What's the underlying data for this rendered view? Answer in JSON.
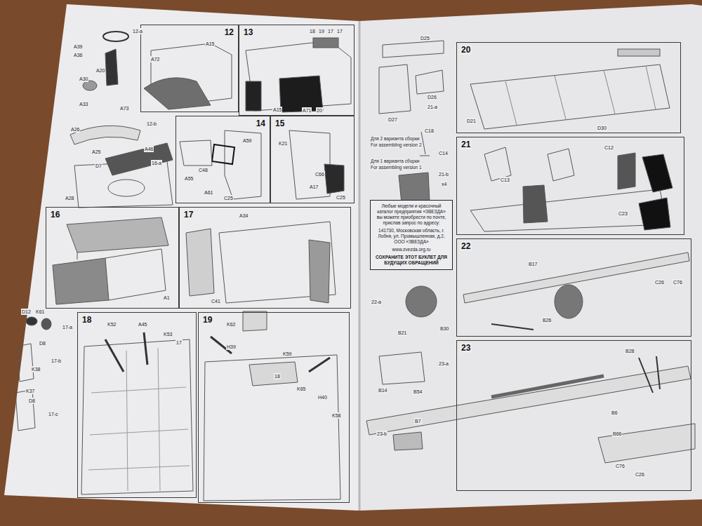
{
  "diagram": {
    "nodes": [
      {
        "text": [
          "12"
        ]
      },
      {
        "text": [
          "13"
        ]
      },
      {
        "text": [
          "14"
        ]
      },
      {
        "text": [
          "15"
        ]
      },
      {
        "text": [
          "16"
        ]
      },
      {
        "text": [
          "17"
        ]
      },
      {
        "text": [
          "18"
        ]
      },
      {
        "text": [
          "19"
        ]
      },
      {
        "text": [
          "Любые модели и красочный каталог предприятия «ЗВЕЗДА» вы можете приобрести по почте, прислав запрос по адресу:",
          "141730, Московская область, г. Лобня, ул. Промышленная, д.2, ООО «ЗВЕЗДА»",
          "www.zvezda.org.ru",
          "СОХРАНИТЕ ЭТОТ БУКЛЕТ ДЛЯ БУДУЩИХ ОБРАЩЕНИЙ"
        ]
      },
      {
        "text": [
          "20"
        ]
      },
      {
        "text": [
          "21"
        ]
      },
      {
        "text": [
          "22"
        ]
      },
      {
        "text": [
          "23"
        ]
      }
    ],
    "labels": [
      "12-a",
      "A39",
      "A36",
      "A20",
      "A30",
      "A33",
      "A73",
      "12-b",
      "A26",
      "A25",
      "A46",
      "16-a",
      "D7",
      "A28",
      "A72",
      "A15",
      "18",
      "19",
      "17",
      "17",
      "A15",
      "A71",
      "20",
      "A59",
      "C48",
      "A55",
      "A61",
      "C25",
      "K21",
      "C66",
      "A17",
      "C25",
      "A1",
      "A34",
      "C41",
      "D12",
      "K61",
      "17-a",
      "D8",
      "17-b",
      "K38",
      "K37",
      "D8",
      "17-c",
      "K52",
      "A45",
      "K53",
      "17",
      "K62",
      "H39",
      "K59",
      "18",
      "K65",
      "H40",
      "K58",
      "D25",
      "D26",
      "21-a",
      "D27",
      "Для 2 варианта сборки",
      "For assembling version 2",
      "C18",
      "C14",
      "Для 1 варианта сборки",
      "For assembling version 1",
      "21-b",
      "x4",
      "22-a",
      "B21",
      "B30",
      "23-a",
      "B14",
      "B54",
      "23-b",
      "B7",
      "D21",
      "D30",
      "C12",
      "C13",
      "C23",
      "B17",
      "B26",
      "C26",
      "C76",
      "B28",
      "B6",
      "B66",
      "C76",
      "C26"
    ]
  }
}
